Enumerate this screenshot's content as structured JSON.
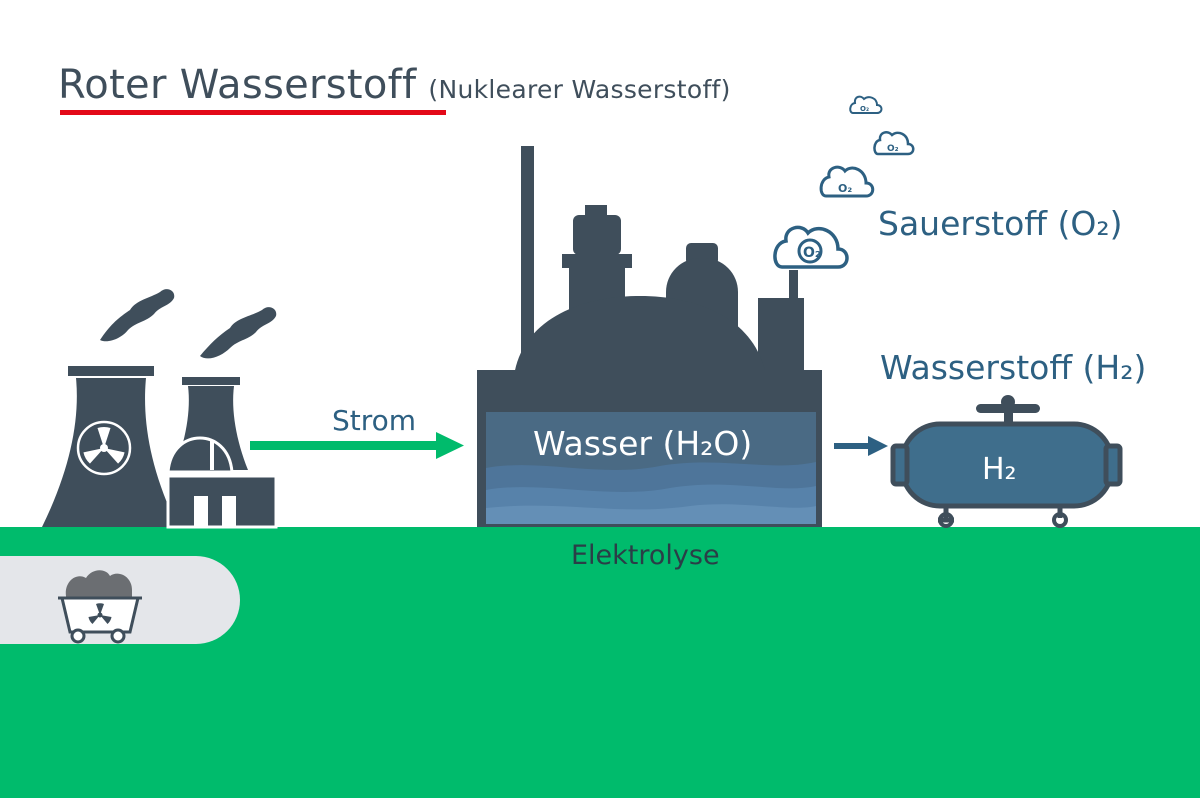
{
  "title": {
    "main": "Roter Wasserstoff",
    "sub": "(Nuklearer Wasserstoff)"
  },
  "labels": {
    "strom": "Strom",
    "wasser": "Wasser (H₂O)",
    "sauerstoff": "Sauerstoff (O₂)",
    "wasserstoff": "Wasserstoff (H₂)",
    "tank": "H₂",
    "elektrolyse": "Elektrolyse",
    "o2_cloud": "O₂"
  },
  "colors": {
    "dark": "#3f4e5b",
    "accent_red": "#e30918",
    "green": "#00bb6c",
    "blue_text": "#2d6082",
    "tank_blue": "#3f6e8c",
    "water": "#4a6a84"
  },
  "icons": [
    "nuclear-power-plant-icon",
    "radiation-icon",
    "factory-icon",
    "hydrogen-tank-icon",
    "oxygen-cloud-icon",
    "mining-cart-icon"
  ]
}
